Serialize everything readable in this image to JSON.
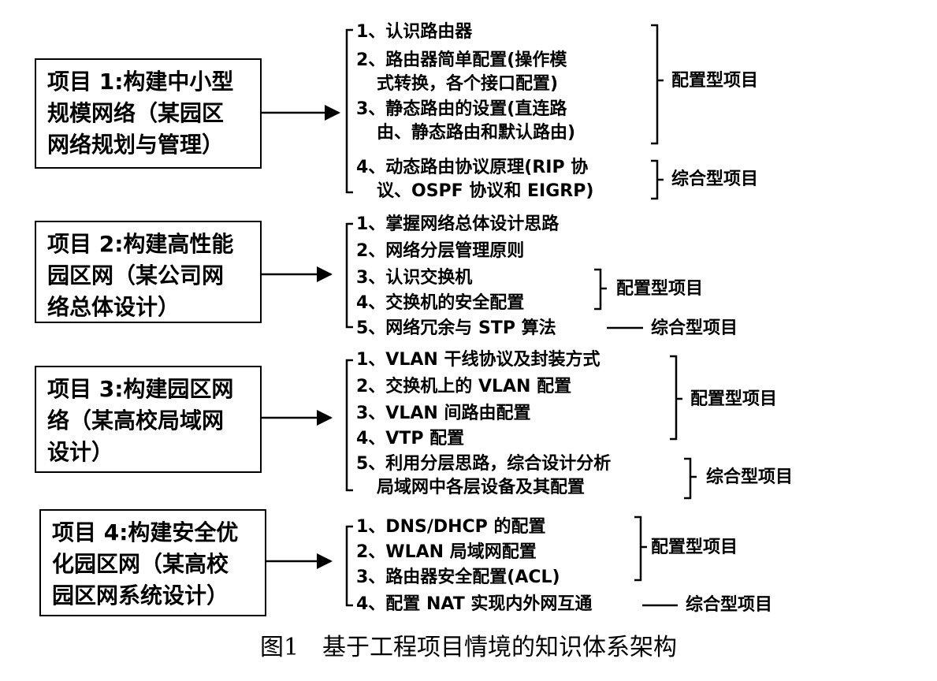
{
  "projects": [
    {
      "title_lines": [
        "项目 1:构建中小型",
        "规模网络（某园区",
        "网络规划与管理）"
      ],
      "tasks": [
        {
          "lines": [
            "1、认识路由器"
          ]
        },
        {
          "lines": [
            "2、路由器简单配置(操作模",
            "式转换，各个接口配置)"
          ]
        },
        {
          "lines": [
            "3、静态路由的设置(直连路",
            "由、静态路由和默认路由)"
          ]
        },
        {
          "lines": [
            "4、动态路由协议原理(RIP 协",
            "议、OSPF 协议和 EIGRP)"
          ]
        }
      ],
      "groups": [
        {
          "label": "配置型项目"
        },
        {
          "label": "综合型项目"
        }
      ]
    },
    {
      "title_lines": [
        "项目 2:构建高性能",
        "园区网（某公司网",
        "络总体设计）"
      ],
      "tasks": [
        {
          "lines": [
            "1、掌握网络总体设计思路"
          ]
        },
        {
          "lines": [
            "2、网络分层管理原则"
          ]
        },
        {
          "lines": [
            "3、认识交换机"
          ]
        },
        {
          "lines": [
            "4、交换机的安全配置"
          ]
        },
        {
          "lines": [
            "5、网络冗余与 STP 算法"
          ]
        }
      ],
      "groups": [
        {
          "label": "配置型项目"
        },
        {
          "label": "综合型项目"
        }
      ]
    },
    {
      "title_lines": [
        "项目 3:构建园区网",
        "络（某高校局域网",
        "设计）"
      ],
      "tasks": [
        {
          "lines": [
            "1、VLAN 干线协议及封装方式"
          ]
        },
        {
          "lines": [
            "2、交换机上的 VLAN 配置"
          ]
        },
        {
          "lines": [
            "3、VLAN 间路由配置"
          ]
        },
        {
          "lines": [
            "4、VTP 配置"
          ]
        },
        {
          "lines": [
            "5、利用分层思路，综合设计分析",
            "局域网中各层设备及其配置"
          ]
        }
      ],
      "groups": [
        {
          "label": "配置型项目"
        },
        {
          "label": "综合型项目"
        }
      ]
    },
    {
      "title_lines": [
        "项目 4:构建安全优",
        "化园区网（某高校",
        "园区网系统设计）"
      ],
      "tasks": [
        {
          "lines": [
            "1、DNS/DHCP 的配置"
          ]
        },
        {
          "lines": [
            "2、WLAN 局域网配置"
          ]
        },
        {
          "lines": [
            "3、路由器安全配置(ACL)"
          ]
        },
        {
          "lines": [
            "4、配置 NAT 实现内外网互通"
          ]
        }
      ],
      "groups": [
        {
          "label": "配置型项目"
        },
        {
          "label": "综合型项目"
        }
      ]
    }
  ],
  "caption": "图1　基于工程项目情境的知识体系架构"
}
